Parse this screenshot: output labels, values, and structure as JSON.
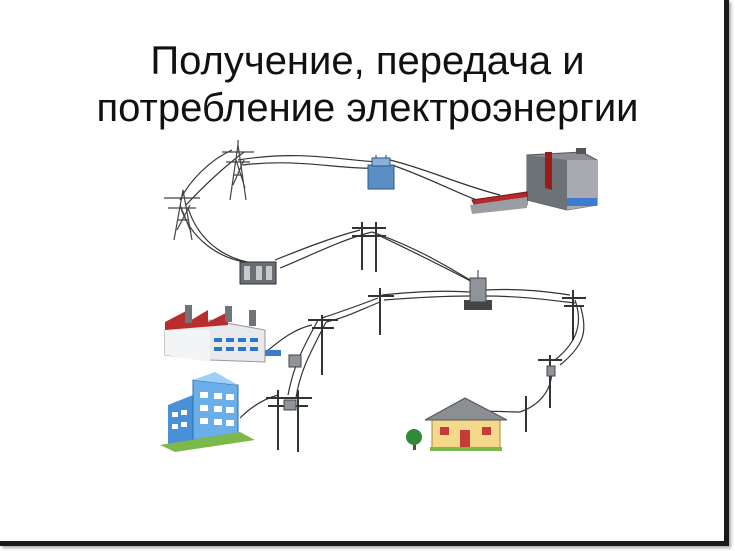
{
  "slide": {
    "title_line1": "Получение, передача и",
    "title_line2": "потребление электроэнергии"
  },
  "icons": [
    "transmission-tower",
    "transformer",
    "power-plant",
    "utility-pole",
    "factory",
    "office-building",
    "house",
    "tree"
  ]
}
